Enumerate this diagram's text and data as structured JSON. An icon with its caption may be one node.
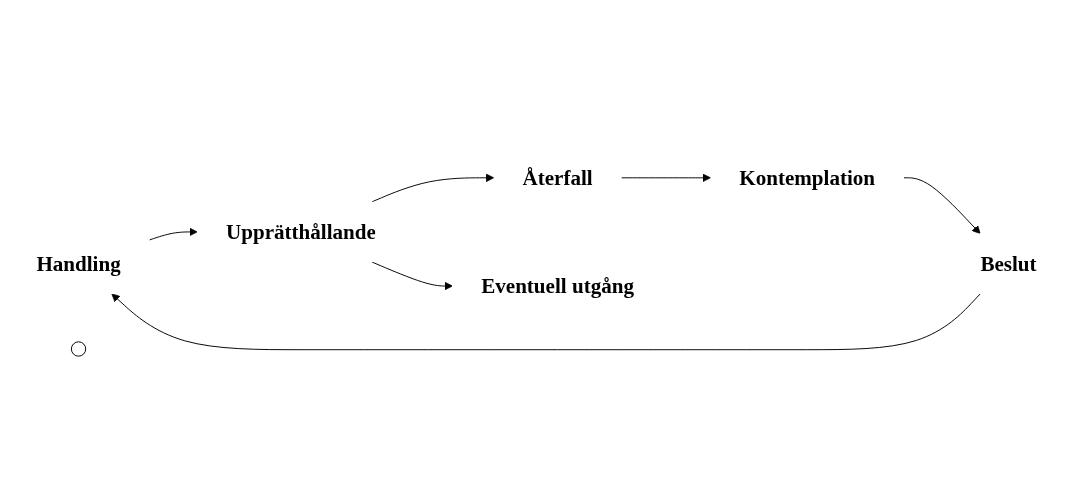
{
  "diagram": {
    "nodes": [
      {
        "text": [
          "Handling"
        ]
      },
      {
        "text": [
          "Beslut"
        ]
      },
      {
        "text": [],
        "shape": "circle"
      },
      {
        "text": [
          "Upprätthållande"
        ]
      },
      {
        "text": [
          "Kontemplation"
        ]
      },
      {
        "text": [
          "Återfall"
        ]
      },
      {
        "text": [
          "Eventuell utgång"
        ]
      }
    ],
    "edges": [
      {
        "from": 4,
        "to": 1,
        "arrow": "to"
      },
      {
        "from": 1,
        "to": 0,
        "arrow": "to"
      },
      {
        "from": 0,
        "to": 3,
        "arrow": "to"
      },
      {
        "from": 3,
        "to": 5,
        "arrow": "to"
      },
      {
        "from": 5,
        "to": 4,
        "arrow": "to"
      },
      {
        "from": 3,
        "to": 6,
        "arrow": "to"
      }
    ]
  }
}
